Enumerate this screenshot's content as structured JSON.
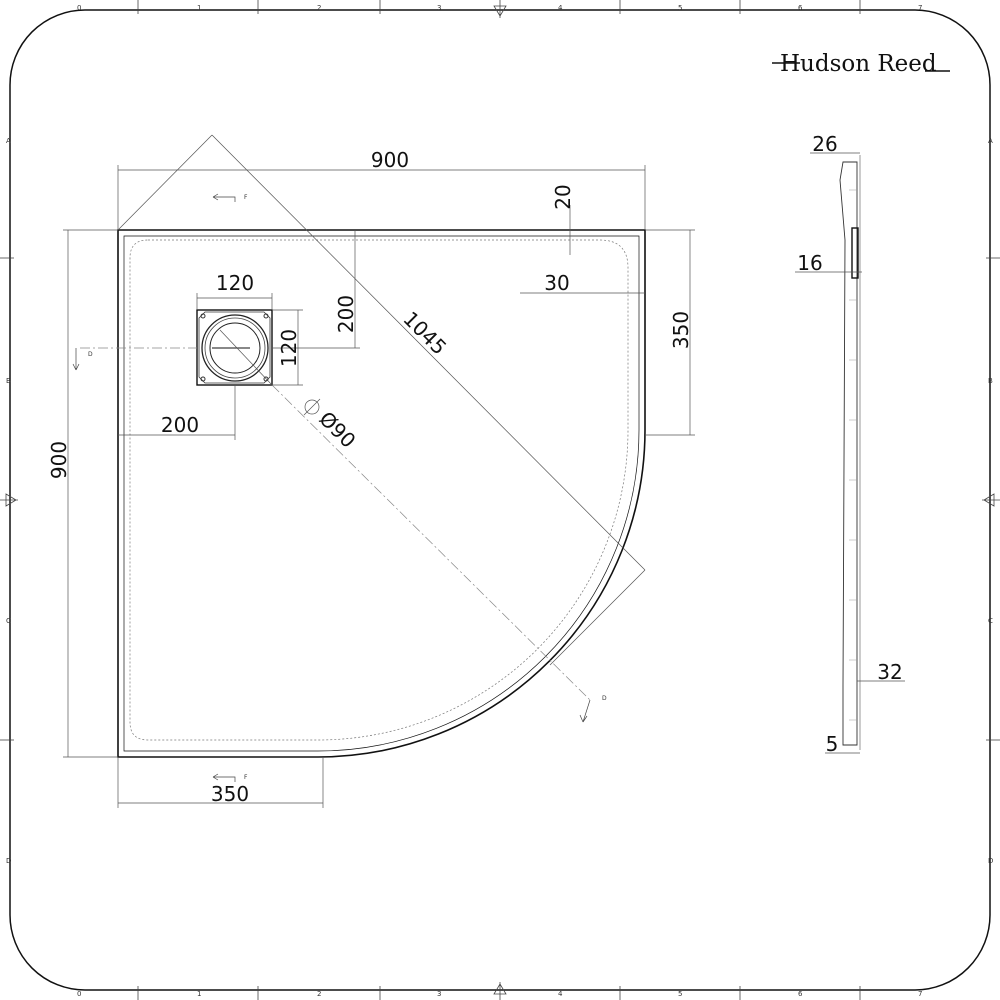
{
  "logo": {
    "text": "Hudson Reed"
  },
  "frame": {
    "columns": [
      "0",
      "1",
      "2",
      "3",
      "4",
      "5",
      "6",
      "7"
    ],
    "rows": [
      "A",
      "B",
      "C",
      "D"
    ]
  },
  "plan_view": {
    "width_top": "900",
    "height_left": "900",
    "rim_top": "20",
    "rim_right": "30",
    "straight_right": "350",
    "straight_bottom": "350",
    "diagonal": "1045",
    "drain_width": "120",
    "drain_height": "120",
    "drain_offset_x": "200",
    "drain_offset_y": "200",
    "drain_diameter": "Ø90",
    "section_f": "F",
    "section_d": "D"
  },
  "side_view": {
    "total_height": "26",
    "drain_depth": "16",
    "edge_height": "32",
    "base": "5"
  }
}
